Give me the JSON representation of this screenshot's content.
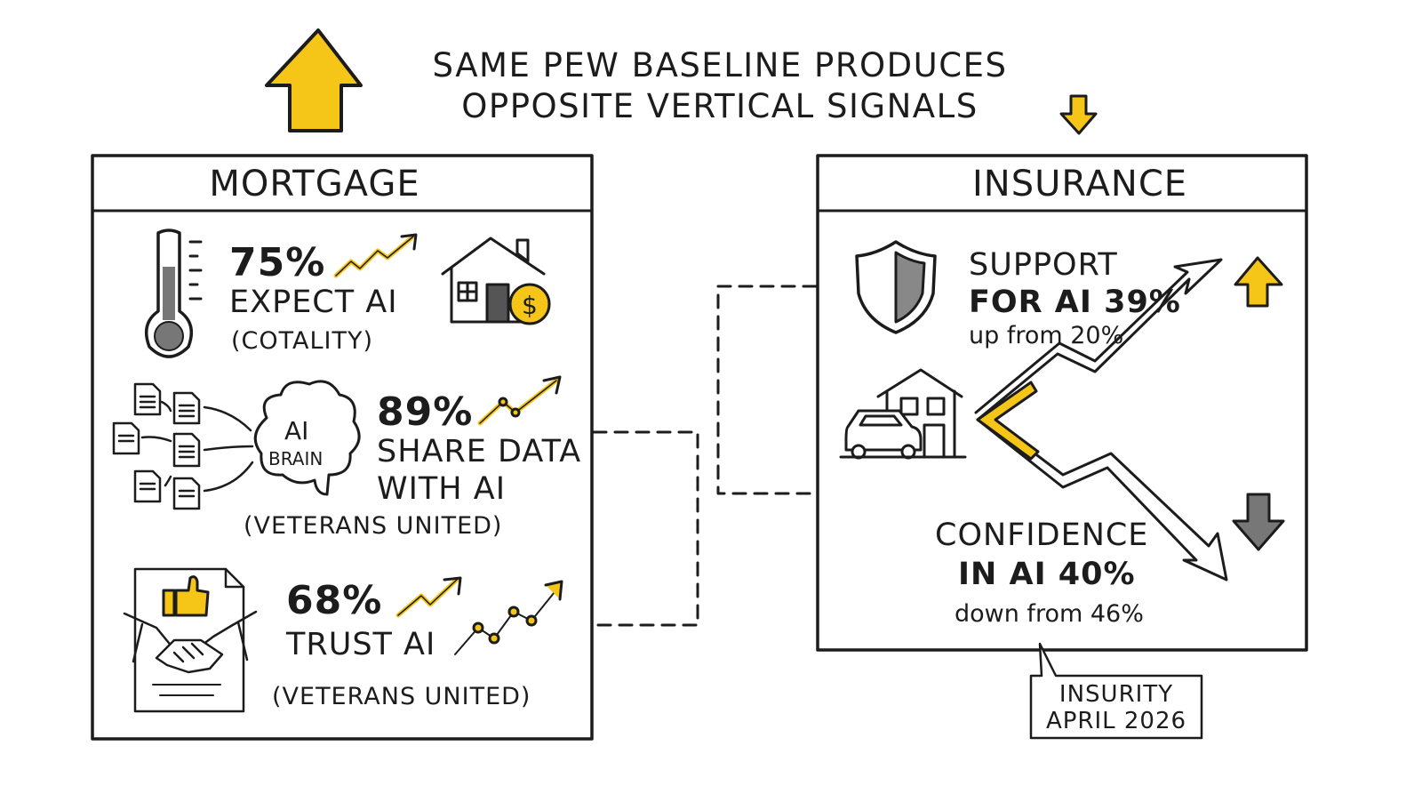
{
  "title": {
    "line1": "SAME PEW BASELINE PRODUCES",
    "line2": "OPPOSITE VERTICAL SIGNALS"
  },
  "mortgage": {
    "heading": "MORTGAGE",
    "stats": [
      {
        "value": "75%",
        "label": "EXPECT AI",
        "source": "(COTALITY)"
      },
      {
        "value": "89%",
        "label_line1": "SHARE DATA",
        "label_line2": "WITH AI",
        "source": "(VETERANS UNITED)"
      },
      {
        "value": "68%",
        "label": "TRUST AI",
        "source": "(VETERANS UNITED)"
      }
    ],
    "brain_label_1": "AI",
    "brain_label_2": "BRAIN"
  },
  "insurance": {
    "heading": "INSURANCE",
    "support": {
      "line1": "SUPPORT",
      "line2": "FOR AI 39%",
      "sub": "up from 20%"
    },
    "confidence": {
      "line1": "CONFIDENCE",
      "line2": "IN AI 40%",
      "sub": "down from 46%"
    },
    "callout_line1": "INSURITY",
    "callout_line2": "APRIL 2026"
  },
  "colors": {
    "accent": "#f5c518",
    "ink": "#1c1c1c"
  },
  "icons": [
    "arrow-up-icon",
    "arrow-down-icon",
    "thermometer-icon",
    "trend-up-icon",
    "house-dollar-icon",
    "document-icon",
    "brain-icon",
    "thumbs-up-document-icon",
    "handshake-icon",
    "shield-icon",
    "car-house-icon",
    "zigzag-arrows-icon"
  ]
}
